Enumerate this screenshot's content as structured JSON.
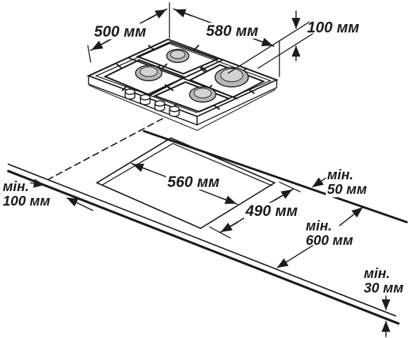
{
  "diagram": {
    "kind": "gas-hob-installation-drawing",
    "unit": "мм",
    "colors": {
      "line": "#1c1c1c",
      "burner_fill": "#b7b7b7",
      "burner_cap": "#d2d2d2",
      "background": "#ffffff"
    },
    "dims": {
      "hob_depth": {
        "label": "500 мм",
        "min": false
      },
      "hob_width": {
        "label": "580 мм",
        "min": false
      },
      "hob_side_offset": {
        "label": "100 мм",
        "min": false
      },
      "cutout_width": {
        "label": "560 мм",
        "min": false
      },
      "cutout_depth": {
        "label": "490 мм",
        "min": false
      },
      "clearance_back": {
        "prefix": "мін.",
        "label": "50 мм",
        "min": true
      },
      "clearance_side": {
        "prefix": "мін.",
        "label": "100 мм",
        "min": true
      },
      "worktop_depth": {
        "prefix": "мін.",
        "label": "600 мм",
        "min": true
      },
      "clearance_below": {
        "prefix": "мін.",
        "label": "30 мм",
        "min": true
      }
    },
    "parts": {
      "hob": "4-burner gas hob (isometric view)",
      "cutout": "worktop cutout",
      "worktop": "worktop edges"
    }
  }
}
